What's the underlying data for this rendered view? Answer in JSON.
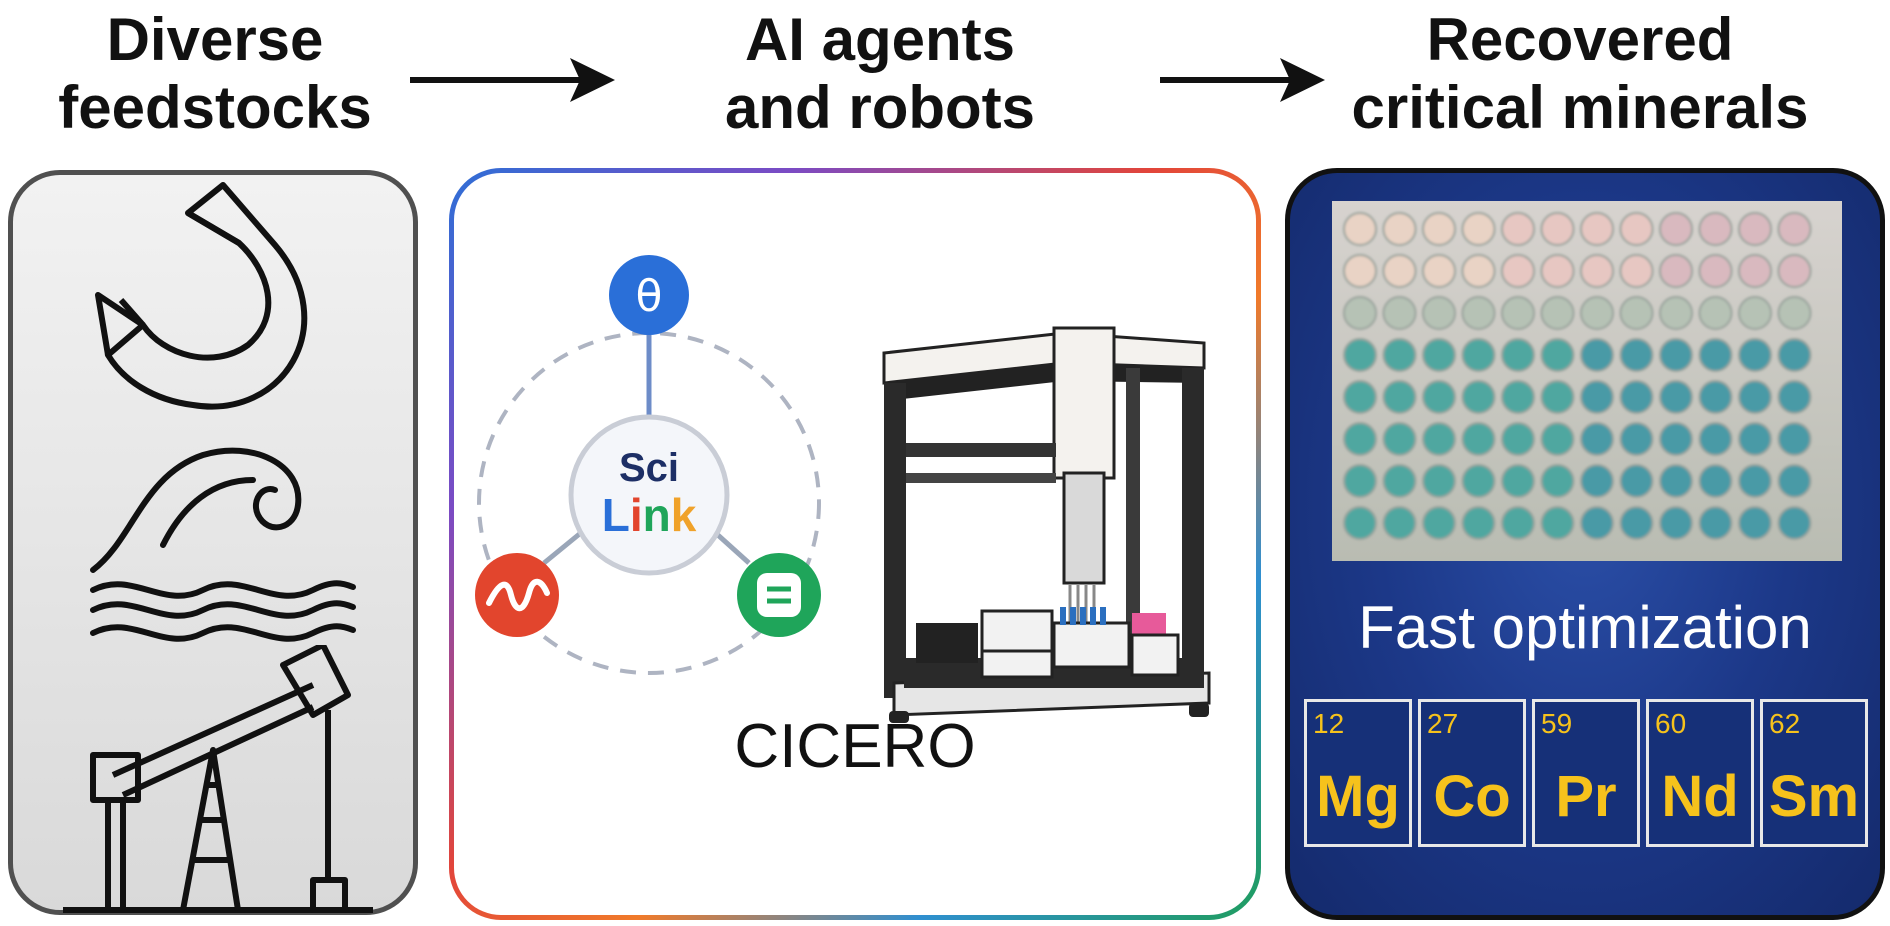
{
  "headings": {
    "left": [
      "Diverse",
      "feedstocks"
    ],
    "middle": [
      "AI agents",
      "and robots"
    ],
    "right": [
      "Recovered",
      "critical minerals"
    ]
  },
  "middle_panel": {
    "scilink_line1": "Sci",
    "scilink_line2": [
      "L",
      "i",
      "n",
      "k"
    ],
    "node_top_symbol": "θ",
    "platform_label": "CICERO"
  },
  "right_panel": {
    "caption": "Fast optimization",
    "elements": [
      {
        "number": "12",
        "symbol": "Mg"
      },
      {
        "number": "27",
        "symbol": "Co"
      },
      {
        "number": "59",
        "symbol": "Pr"
      },
      {
        "number": "60",
        "symbol": "Nd"
      },
      {
        "number": "62",
        "symbol": "Sm"
      }
    ]
  },
  "icons": [
    "magnet-icon",
    "wave-icon",
    "oil-pump-icon",
    "liquid-handling-robot-icon",
    "well-plate-image"
  ],
  "colors": {
    "node_blue": "#2a6fd8",
    "node_red": "#e2452d",
    "node_green": "#1fa55a",
    "element_text": "#f6c21c",
    "right_panel_bg": "#1c3888"
  }
}
